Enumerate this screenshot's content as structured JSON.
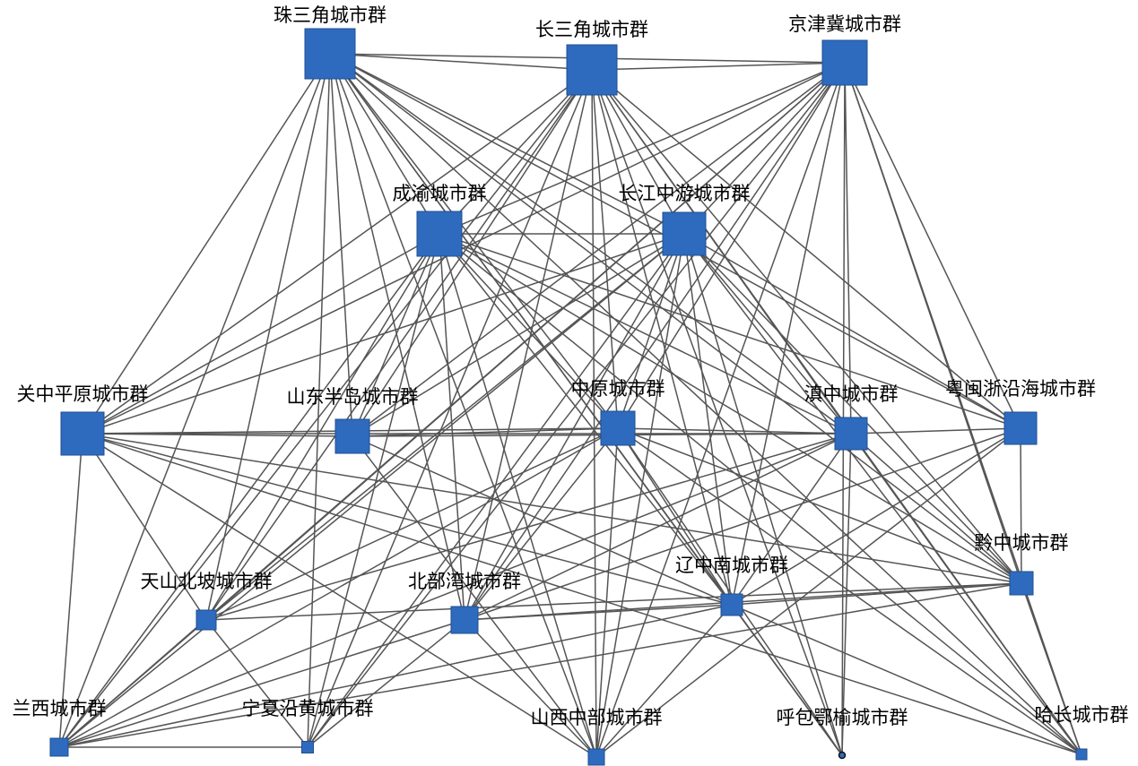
{
  "diagram": {
    "type": "network-graph",
    "node_color": "#2e6bbf",
    "edge_color": "#555555",
    "nodes": [
      {
        "id": "zsj",
        "label": "珠三角城市群"
      },
      {
        "id": "csj",
        "label": "长三角城市群"
      },
      {
        "id": "jjj",
        "label": "京津冀城市群"
      },
      {
        "id": "cy",
        "label": "成渝城市群"
      },
      {
        "id": "cjzy",
        "label": "长江中游城市群"
      },
      {
        "id": "gzpy",
        "label": "关中平原城市群"
      },
      {
        "id": "sdbd",
        "label": "山东半岛城市群"
      },
      {
        "id": "zy",
        "label": "中原城市群"
      },
      {
        "id": "dz",
        "label": "滇中城市群"
      },
      {
        "id": "ymz",
        "label": "粤闽浙沿海城市群"
      },
      {
        "id": "qz",
        "label": "黔中城市群"
      },
      {
        "id": "tsbp",
        "label": "天山北坡城市群"
      },
      {
        "id": "bbw",
        "label": "北部湾城市群"
      },
      {
        "id": "lzn",
        "label": "辽中南城市群"
      },
      {
        "id": "lx",
        "label": "兰西城市群"
      },
      {
        "id": "nxyh",
        "label": "宁夏沿黄城市群"
      },
      {
        "id": "sxzb",
        "label": "山西中部城市群"
      },
      {
        "id": "hbey",
        "label": "呼包鄂榆城市群"
      },
      {
        "id": "hc",
        "label": "哈长城市群"
      }
    ],
    "edges": [
      [
        "zsj",
        "csj"
      ],
      [
        "zsj",
        "jjj"
      ],
      [
        "csj",
        "jjj"
      ],
      [
        "zsj",
        "cy"
      ],
      [
        "zsj",
        "cjzy"
      ],
      [
        "zsj",
        "gzpy"
      ],
      [
        "zsj",
        "sdbd"
      ],
      [
        "zsj",
        "zy"
      ],
      [
        "zsj",
        "dz"
      ],
      [
        "zsj",
        "ymz"
      ],
      [
        "zsj",
        "qz"
      ],
      [
        "zsj",
        "tsbp"
      ],
      [
        "zsj",
        "bbw"
      ],
      [
        "zsj",
        "lzn"
      ],
      [
        "zsj",
        "lx"
      ],
      [
        "zsj",
        "nxyh"
      ],
      [
        "zsj",
        "sxzb"
      ],
      [
        "zsj",
        "hbey"
      ],
      [
        "zsj",
        "hc"
      ],
      [
        "csj",
        "cy"
      ],
      [
        "csj",
        "cjzy"
      ],
      [
        "csj",
        "gzpy"
      ],
      [
        "csj",
        "sdbd"
      ],
      [
        "csj",
        "zy"
      ],
      [
        "csj",
        "dz"
      ],
      [
        "csj",
        "ymz"
      ],
      [
        "csj",
        "qz"
      ],
      [
        "csj",
        "tsbp"
      ],
      [
        "csj",
        "bbw"
      ],
      [
        "csj",
        "lzn"
      ],
      [
        "csj",
        "lx"
      ],
      [
        "csj",
        "nxyh"
      ],
      [
        "csj",
        "sxzb"
      ],
      [
        "csj",
        "hbey"
      ],
      [
        "csj",
        "hc"
      ],
      [
        "jjj",
        "cy"
      ],
      [
        "jjj",
        "cjzy"
      ],
      [
        "jjj",
        "gzpy"
      ],
      [
        "jjj",
        "sdbd"
      ],
      [
        "jjj",
        "zy"
      ],
      [
        "jjj",
        "dz"
      ],
      [
        "jjj",
        "ymz"
      ],
      [
        "jjj",
        "qz"
      ],
      [
        "jjj",
        "tsbp"
      ],
      [
        "jjj",
        "bbw"
      ],
      [
        "jjj",
        "lzn"
      ],
      [
        "jjj",
        "lx"
      ],
      [
        "jjj",
        "nxyh"
      ],
      [
        "jjj",
        "sxzb"
      ],
      [
        "jjj",
        "hbey"
      ],
      [
        "jjj",
        "hc"
      ],
      [
        "cy",
        "cjzy"
      ],
      [
        "cy",
        "gzpy"
      ],
      [
        "cy",
        "sdbd"
      ],
      [
        "cy",
        "zy"
      ],
      [
        "cy",
        "dz"
      ],
      [
        "cy",
        "ymz"
      ],
      [
        "cy",
        "qz"
      ],
      [
        "cy",
        "tsbp"
      ],
      [
        "cy",
        "bbw"
      ],
      [
        "cy",
        "lzn"
      ],
      [
        "cy",
        "lx"
      ],
      [
        "cy",
        "nxyh"
      ],
      [
        "cy",
        "sxzb"
      ],
      [
        "cy",
        "hc"
      ],
      [
        "cjzy",
        "gzpy"
      ],
      [
        "cjzy",
        "sdbd"
      ],
      [
        "cjzy",
        "zy"
      ],
      [
        "cjzy",
        "dz"
      ],
      [
        "cjzy",
        "ymz"
      ],
      [
        "cjzy",
        "qz"
      ],
      [
        "cjzy",
        "tsbp"
      ],
      [
        "cjzy",
        "bbw"
      ],
      [
        "cjzy",
        "lzn"
      ],
      [
        "cjzy",
        "lx"
      ],
      [
        "cjzy",
        "nxyh"
      ],
      [
        "cjzy",
        "sxzb"
      ],
      [
        "cjzy",
        "hbey"
      ],
      [
        "cjzy",
        "hc"
      ],
      [
        "gzpy",
        "sdbd"
      ],
      [
        "gzpy",
        "zy"
      ],
      [
        "gzpy",
        "dz"
      ],
      [
        "gzpy",
        "tsbp"
      ],
      [
        "gzpy",
        "lzn"
      ],
      [
        "gzpy",
        "qz"
      ],
      [
        "gzpy",
        "lx"
      ],
      [
        "gzpy",
        "sxzb"
      ],
      [
        "gzpy",
        "hc"
      ],
      [
        "sdbd",
        "zy"
      ],
      [
        "sdbd",
        "dz"
      ],
      [
        "sdbd",
        "lzn"
      ],
      [
        "sdbd",
        "sxzb"
      ],
      [
        "zy",
        "dz"
      ],
      [
        "zy",
        "lzn"
      ],
      [
        "zy",
        "qz"
      ],
      [
        "zy",
        "bbw"
      ],
      [
        "zy",
        "tsbp"
      ],
      [
        "zy",
        "lx"
      ],
      [
        "zy",
        "sxzb"
      ],
      [
        "zy",
        "hbey"
      ],
      [
        "zy",
        "hc"
      ],
      [
        "dz",
        "ymz"
      ],
      [
        "dz",
        "lzn"
      ],
      [
        "dz",
        "qz"
      ],
      [
        "dz",
        "bbw"
      ],
      [
        "dz",
        "tsbp"
      ],
      [
        "dz",
        "hbey"
      ],
      [
        "dz",
        "hc"
      ],
      [
        "dz",
        "lx"
      ],
      [
        "ymz",
        "qz"
      ],
      [
        "ymz",
        "bbw"
      ],
      [
        "ymz",
        "lzn"
      ],
      [
        "ymz",
        "sxzb"
      ],
      [
        "qz",
        "lzn"
      ],
      [
        "qz",
        "bbw"
      ],
      [
        "qz",
        "tsbp"
      ],
      [
        "qz",
        "lx"
      ],
      [
        "qz",
        "hc"
      ],
      [
        "tsbp",
        "lx"
      ],
      [
        "tsbp",
        "nxyh"
      ],
      [
        "bbw",
        "lzn"
      ],
      [
        "bbw",
        "sxzb"
      ],
      [
        "bbw",
        "nxyh"
      ],
      [
        "bbw",
        "lx"
      ],
      [
        "lzn",
        "sxzb"
      ],
      [
        "lzn",
        "hbey"
      ],
      [
        "lzn",
        "lx"
      ],
      [
        "lzn",
        "hc"
      ],
      [
        "lx",
        "nxyh"
      ]
    ]
  }
}
